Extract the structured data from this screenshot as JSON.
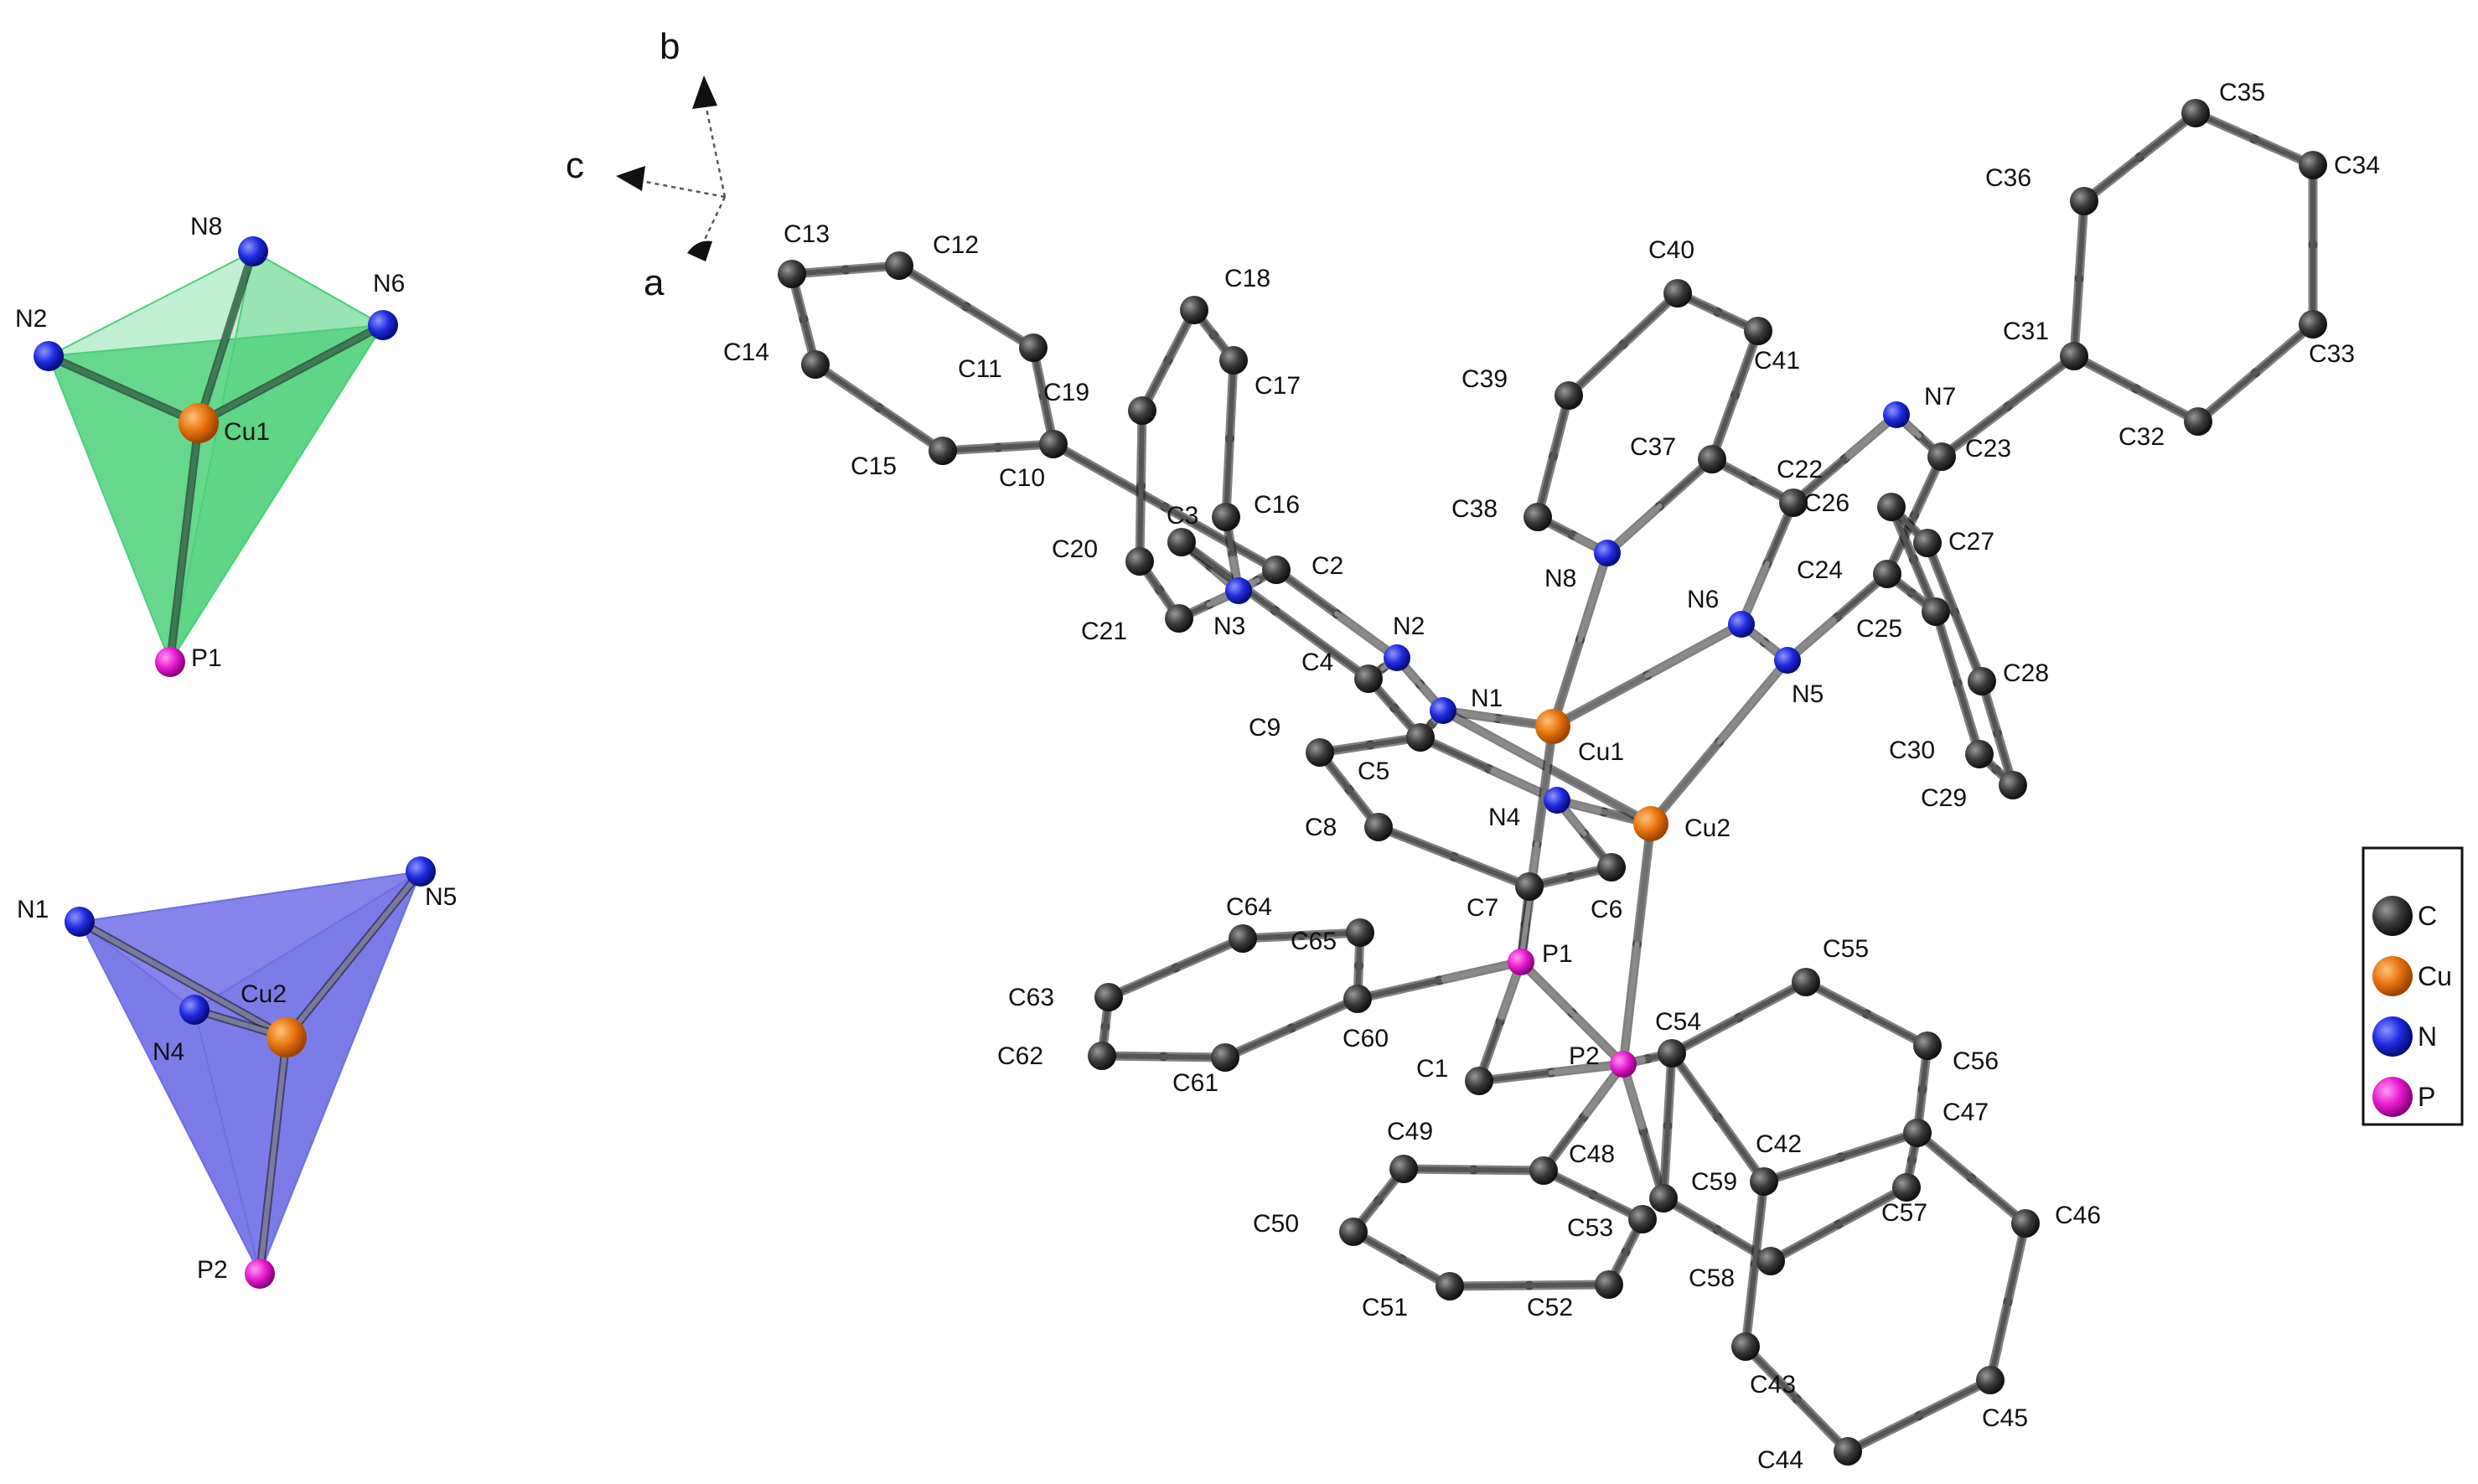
{
  "element_colors": {
    "C": "#3a3a3a",
    "Cu": "#e8730c",
    "N": "#1f2ae0",
    "P": "#e81ad0"
  },
  "polyhedra": [
    {
      "name": "cu1-tetrahedron",
      "color": "#4cd07a",
      "center": "Cu1",
      "vertices": [
        "N2",
        "N8",
        "N6",
        "P1"
      ]
    },
    {
      "name": "cu2-tetrahedron",
      "color": "#6e6ee6",
      "center": "Cu2",
      "vertices": [
        "N1",
        "N4",
        "N5",
        "P2"
      ]
    }
  ],
  "axis_labels": {
    "b": "b",
    "c": "c",
    "a": "a"
  },
  "legend": [
    {
      "element": "C",
      "label": "C"
    },
    {
      "element": "Cu",
      "label": "Cu"
    },
    {
      "element": "N",
      "label": "N"
    },
    {
      "element": "P",
      "label": "P"
    }
  ],
  "atoms": [
    {
      "id": "P1",
      "el": "P"
    },
    {
      "id": "P2",
      "el": "P"
    },
    {
      "id": "Cu1",
      "el": "Cu"
    },
    {
      "id": "Cu2",
      "el": "Cu"
    },
    {
      "id": "N1",
      "el": "N"
    },
    {
      "id": "N2",
      "el": "N"
    },
    {
      "id": "N3",
      "el": "N"
    },
    {
      "id": "N4",
      "el": "N"
    },
    {
      "id": "N5",
      "el": "N"
    },
    {
      "id": "N6",
      "el": "N"
    },
    {
      "id": "N7",
      "el": "N"
    },
    {
      "id": "N8",
      "el": "N"
    },
    {
      "id": "C1",
      "el": "C"
    },
    {
      "id": "C2",
      "el": "C"
    },
    {
      "id": "C3",
      "el": "C"
    },
    {
      "id": "C4",
      "el": "C"
    },
    {
      "id": "C5",
      "el": "C"
    },
    {
      "id": "C6",
      "el": "C"
    },
    {
      "id": "C7",
      "el": "C"
    },
    {
      "id": "C8",
      "el": "C"
    },
    {
      "id": "C9",
      "el": "C"
    },
    {
      "id": "C10",
      "el": "C"
    },
    {
      "id": "C11",
      "el": "C"
    },
    {
      "id": "C12",
      "el": "C"
    },
    {
      "id": "C13",
      "el": "C"
    },
    {
      "id": "C14",
      "el": "C"
    },
    {
      "id": "C15",
      "el": "C"
    },
    {
      "id": "C16",
      "el": "C"
    },
    {
      "id": "C17",
      "el": "C"
    },
    {
      "id": "C18",
      "el": "C"
    },
    {
      "id": "C19",
      "el": "C"
    },
    {
      "id": "C20",
      "el": "C"
    },
    {
      "id": "C21",
      "el": "C"
    },
    {
      "id": "C22",
      "el": "C"
    },
    {
      "id": "C23",
      "el": "C"
    },
    {
      "id": "C24",
      "el": "C"
    },
    {
      "id": "C25",
      "el": "C"
    },
    {
      "id": "C26",
      "el": "C"
    },
    {
      "id": "C27",
      "el": "C"
    },
    {
      "id": "C28",
      "el": "C"
    },
    {
      "id": "C29",
      "el": "C"
    },
    {
      "id": "C30",
      "el": "C"
    },
    {
      "id": "C31",
      "el": "C"
    },
    {
      "id": "C32",
      "el": "C"
    },
    {
      "id": "C33",
      "el": "C"
    },
    {
      "id": "C34",
      "el": "C"
    },
    {
      "id": "C35",
      "el": "C"
    },
    {
      "id": "C36",
      "el": "C"
    },
    {
      "id": "C37",
      "el": "C"
    },
    {
      "id": "C38",
      "el": "C"
    },
    {
      "id": "C39",
      "el": "C"
    },
    {
      "id": "C40",
      "el": "C"
    },
    {
      "id": "C41",
      "el": "C"
    },
    {
      "id": "C42",
      "el": "C"
    },
    {
      "id": "C43",
      "el": "C"
    },
    {
      "id": "C44",
      "el": "C"
    },
    {
      "id": "C45",
      "el": "C"
    },
    {
      "id": "C46",
      "el": "C"
    },
    {
      "id": "C47",
      "el": "C"
    },
    {
      "id": "C48",
      "el": "C"
    },
    {
      "id": "C49",
      "el": "C"
    },
    {
      "id": "C50",
      "el": "C"
    },
    {
      "id": "C51",
      "el": "C"
    },
    {
      "id": "C52",
      "el": "C"
    },
    {
      "id": "C53",
      "el": "C"
    },
    {
      "id": "C54",
      "el": "C"
    },
    {
      "id": "C55",
      "el": "C"
    },
    {
      "id": "C56",
      "el": "C"
    },
    {
      "id": "C57",
      "el": "C"
    },
    {
      "id": "C58",
      "el": "C"
    },
    {
      "id": "C59",
      "el": "C"
    },
    {
      "id": "C60",
      "el": "C"
    },
    {
      "id": "C61",
      "el": "C"
    },
    {
      "id": "C62",
      "el": "C"
    },
    {
      "id": "C63",
      "el": "C"
    },
    {
      "id": "C64",
      "el": "C"
    },
    {
      "id": "C65",
      "el": "C"
    }
  ],
  "inset_atoms": [
    {
      "id": "N2",
      "el": "N",
      "group": "cu1-tetrahedron"
    },
    {
      "id": "N8",
      "el": "N",
      "group": "cu1-tetrahedron"
    },
    {
      "id": "N6",
      "el": "N",
      "group": "cu1-tetrahedron"
    },
    {
      "id": "Cu1",
      "el": "Cu",
      "group": "cu1-tetrahedron"
    },
    {
      "id": "P1",
      "el": "P",
      "group": "cu1-tetrahedron"
    },
    {
      "id": "N1",
      "el": "N",
      "group": "cu2-tetrahedron"
    },
    {
      "id": "N5",
      "el": "N",
      "group": "cu2-tetrahedron"
    },
    {
      "id": "N4",
      "el": "N",
      "group": "cu2-tetrahedron"
    },
    {
      "id": "Cu2",
      "el": "Cu",
      "group": "cu2-tetrahedron"
    },
    {
      "id": "P2",
      "el": "P",
      "group": "cu2-tetrahedron"
    }
  ],
  "bonds": [
    [
      "C13",
      "C12"
    ],
    [
      "C12",
      "C11"
    ],
    [
      "C11",
      "C10"
    ],
    [
      "C10",
      "C15"
    ],
    [
      "C15",
      "C14"
    ],
    [
      "C14",
      "C13"
    ],
    [
      "C10",
      "C2"
    ],
    [
      "C2",
      "N2"
    ],
    [
      "N2",
      "N1"
    ],
    [
      "N1",
      "Cu1"
    ],
    [
      "C2",
      "N3"
    ],
    [
      "N3",
      "C3"
    ],
    [
      "C3",
      "C4"
    ],
    [
      "C4",
      "N2"
    ],
    [
      "N3",
      "C16"
    ],
    [
      "C16",
      "C17"
    ],
    [
      "C17",
      "C18"
    ],
    [
      "C18",
      "C19"
    ],
    [
      "C19",
      "C20"
    ],
    [
      "C20",
      "C21"
    ],
    [
      "C21",
      "N3"
    ],
    [
      "C4",
      "C5"
    ],
    [
      "N1",
      "C5"
    ],
    [
      "C5",
      "C9"
    ],
    [
      "C9",
      "C8"
    ],
    [
      "C8",
      "C7"
    ],
    [
      "C7",
      "C6"
    ],
    [
      "C6",
      "N4"
    ],
    [
      "N4",
      "C5"
    ],
    [
      "N4",
      "Cu2"
    ],
    [
      "N1",
      "Cu2"
    ],
    [
      "C7",
      "P1"
    ],
    [
      "Cu1",
      "N8"
    ],
    [
      "Cu1",
      "N6"
    ],
    [
      "Cu1",
      "P1"
    ],
    [
      "Cu2",
      "N5"
    ],
    [
      "Cu2",
      "P2"
    ],
    [
      "N8",
      "C38"
    ],
    [
      "C38",
      "C39"
    ],
    [
      "C39",
      "C40"
    ],
    [
      "C40",
      "C41"
    ],
    [
      "C41",
      "C37"
    ],
    [
      "C37",
      "N8"
    ],
    [
      "C37",
      "C22"
    ],
    [
      "C22",
      "N6"
    ],
    [
      "N6",
      "N5"
    ],
    [
      "N5",
      "C24"
    ],
    [
      "C24",
      "C23"
    ],
    [
      "C23",
      "N7"
    ],
    [
      "N7",
      "C22"
    ],
    [
      "C23",
      "C31"
    ],
    [
      "C31",
      "C32"
    ],
    [
      "C32",
      "C33"
    ],
    [
      "C33",
      "C34"
    ],
    [
      "C34",
      "C35"
    ],
    [
      "C35",
      "C36"
    ],
    [
      "C36",
      "C31"
    ],
    [
      "C24",
      "C25"
    ],
    [
      "C25",
      "C26"
    ],
    [
      "C26",
      "C27"
    ],
    [
      "C27",
      "C28"
    ],
    [
      "C28",
      "C29"
    ],
    [
      "C29",
      "C30"
    ],
    [
      "C30",
      "C25"
    ],
    [
      "P1",
      "C60"
    ],
    [
      "C60",
      "C61"
    ],
    [
      "C61",
      "C62"
    ],
    [
      "C62",
      "C63"
    ],
    [
      "C63",
      "C64"
    ],
    [
      "C64",
      "C65"
    ],
    [
      "C65",
      "C60"
    ],
    [
      "P1",
      "C1"
    ],
    [
      "C1",
      "P2"
    ],
    [
      "P1",
      "P2"
    ],
    [
      "P2",
      "C48"
    ],
    [
      "C48",
      "C49"
    ],
    [
      "C49",
      "C50"
    ],
    [
      "C50",
      "C51"
    ],
    [
      "C51",
      "C52"
    ],
    [
      "C52",
      "C53"
    ],
    [
      "C53",
      "C48"
    ],
    [
      "P2",
      "C54"
    ],
    [
      "C54",
      "C55"
    ],
    [
      "C55",
      "C56"
    ],
    [
      "C56",
      "C47"
    ],
    [
      "C47",
      "C42"
    ],
    [
      "C42",
      "C54"
    ],
    [
      "P2",
      "C59"
    ],
    [
      "C59",
      "C58"
    ],
    [
      "C58",
      "C57"
    ],
    [
      "C57",
      "C47"
    ],
    [
      "C42",
      "C43"
    ],
    [
      "C43",
      "C44"
    ],
    [
      "C44",
      "C45"
    ],
    [
      "C45",
      "C46"
    ],
    [
      "C46",
      "C47"
    ],
    [
      "C54",
      "C59"
    ]
  ]
}
